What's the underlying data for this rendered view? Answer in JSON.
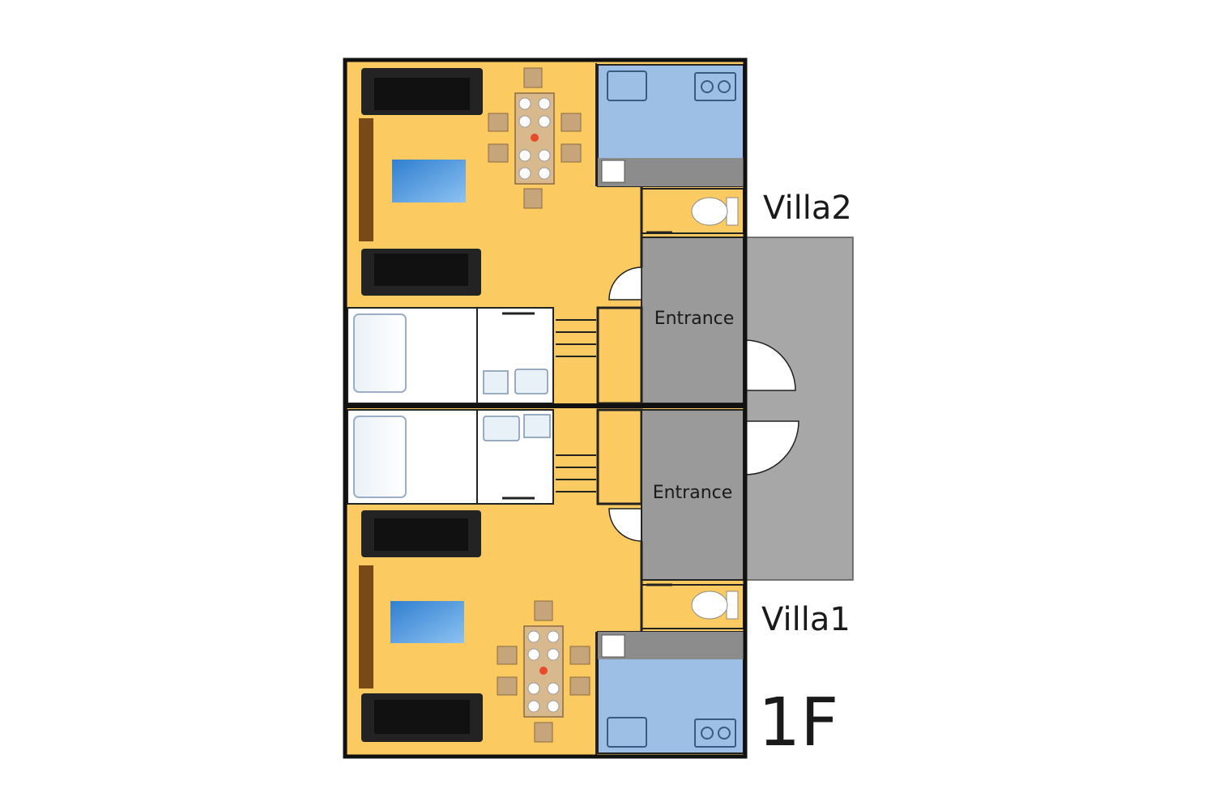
{
  "floor_label": "1F",
  "units": {
    "upper": {
      "name": "Villa2",
      "entrance_label": "Entrance"
    },
    "lower": {
      "name": "Villa1",
      "entrance_label": "Entrance"
    }
  },
  "colors": {
    "living_floor": "#FBCB62",
    "kitchen": "#9DBFE6",
    "entrance": "#9A9A9A",
    "porch": "#A7A7A7",
    "sofa": "#232323",
    "tv_cabinet": "#7A4A16",
    "rug": "#3F8FD9",
    "wall": "#111111",
    "bathroom": "#FFFFFF"
  }
}
